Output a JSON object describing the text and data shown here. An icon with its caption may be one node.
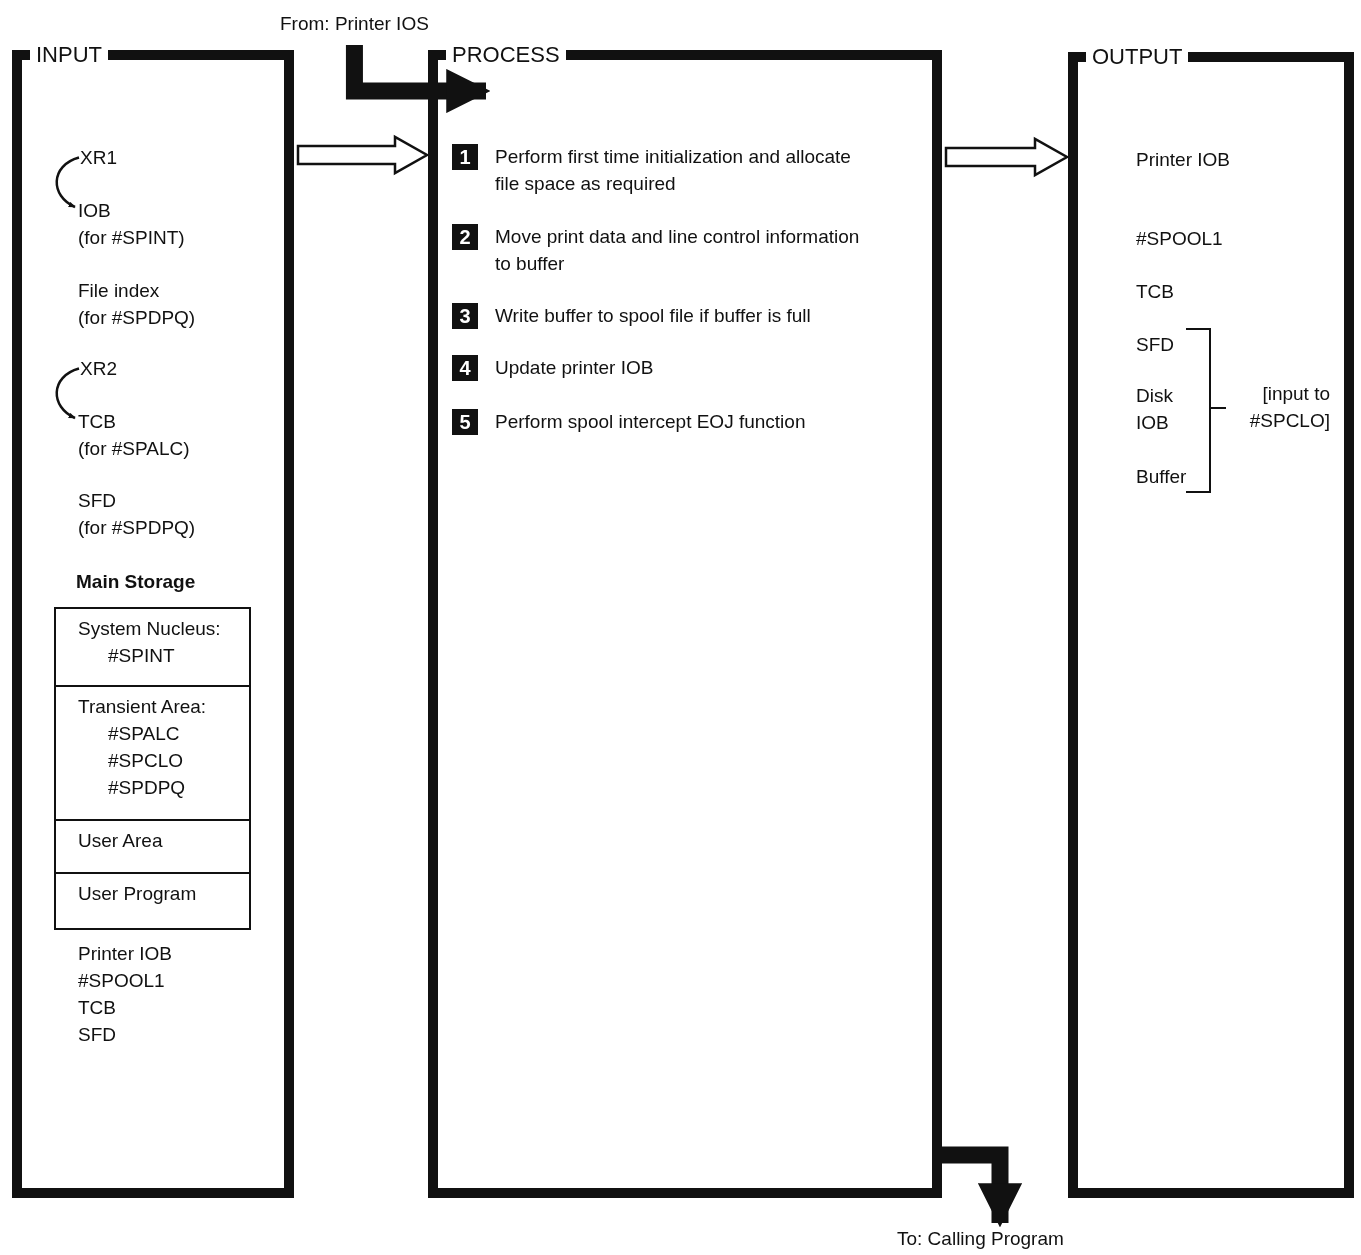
{
  "diagram": {
    "nodes": [
      {
        "text": [
          "INPUT"
        ]
      },
      {
        "text": [
          "PROCESS"
        ]
      },
      {
        "text": [
          "OUTPUT"
        ]
      },
      {
        "text": [
          "From:  Printer IOS"
        ]
      },
      {
        "text": [
          "To:  Calling Program"
        ]
      },
      {
        "text": [
          "XR1"
        ],
        "in": 0
      },
      {
        "text": [
          "IOB",
          "(for #SPINT)"
        ],
        "in": 0
      },
      {
        "text": [
          "XR2"
        ],
        "in": 0
      },
      {
        "text": [
          "TCB",
          "(for #SPALC)"
        ],
        "in": 0
      },
      {
        "text": [
          "Main Storage"
        ],
        "in": 0
      },
      {
        "text": [
          "System Nucleus:",
          "#SPINT"
        ],
        "in": 9
      },
      {
        "text": [
          "Transient Area:",
          "#SPALC",
          "#SPCLO",
          "#SPDPQ"
        ],
        "in": 9
      },
      {
        "text": [
          "User Area"
        ],
        "in": 9
      },
      {
        "text": [
          "User Program"
        ],
        "in": 9
      },
      {
        "text": [
          "1"
        ],
        "in": 1,
        "beside": [
          "Perform first time initialization and allocate file space as required"
        ]
      },
      {
        "text": [
          "2"
        ],
        "in": 1,
        "beside": [
          "Move print data and line control information to buffer"
        ]
      },
      {
        "text": [
          "3"
        ],
        "in": 1,
        "beside": [
          "Write buffer to spool file if buffer is full"
        ]
      },
      {
        "text": [
          "4"
        ],
        "in": 1,
        "beside": [
          "Update printer IOB"
        ]
      },
      {
        "text": [
          "5"
        ],
        "in": 1,
        "beside": [
          "Perform spool intercept EOJ function"
        ]
      }
    ],
    "edges": [
      {
        "from": 5,
        "to": 6,
        "arrow": "to"
      },
      {
        "from": 7,
        "to": 8,
        "arrow": "to"
      },
      {
        "from": 3,
        "to": 1,
        "arrow": "to",
        "style": "thick"
      },
      {
        "from": 0,
        "to": 1,
        "arrow": "to"
      },
      {
        "from": 1,
        "to": 2,
        "arrow": "to"
      },
      {
        "from": 1,
        "to": 4,
        "arrow": "to",
        "style": "thick"
      }
    ],
    "labels": [
      "File index",
      "(for #SPDPQ)",
      "SFD",
      "(for #SPDPQ)",
      "Printer IOB",
      "#SPOOL1",
      "TCB",
      "SFD",
      "Printer IOB",
      "#SPOOL1",
      "TCB",
      "SFD",
      "Disk IOB",
      "Buffer",
      "[input to #SPCLO]"
    ]
  }
}
